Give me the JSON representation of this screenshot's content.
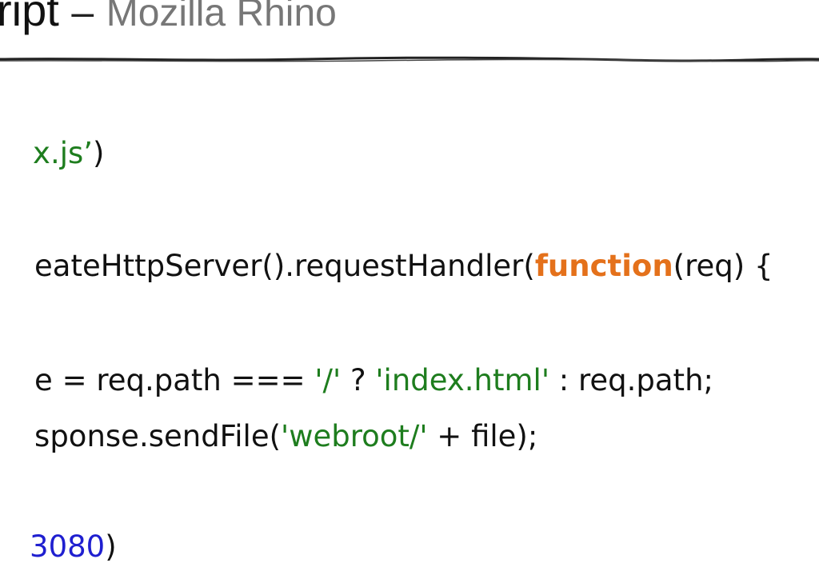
{
  "slide": {
    "title": "cript",
    "title_separator": "–",
    "subtitle": "Mozilla Rhino"
  },
  "code": {
    "line1": {
      "str": "x.js’",
      "close": ")"
    },
    "line2": {
      "pre": "eateHttpServer().requestHandler(",
      "kw": "function",
      "post": "(req) {"
    },
    "line3": {
      "pre": "e = req.path === ",
      "s1": "'/'",
      "mid": " ? ",
      "s2": "'index.html'",
      "post": " : req.path;"
    },
    "line4": {
      "pre": "sponse.sendFile(",
      "str": "'webroot/'",
      "post": " + file);"
    },
    "line5": {
      "num": "3080",
      "close": ")"
    }
  },
  "colors": {
    "string": "#1e7d1e",
    "keyword": "#e4711b",
    "number": "#1f1fd0",
    "subtitle": "#777777"
  }
}
